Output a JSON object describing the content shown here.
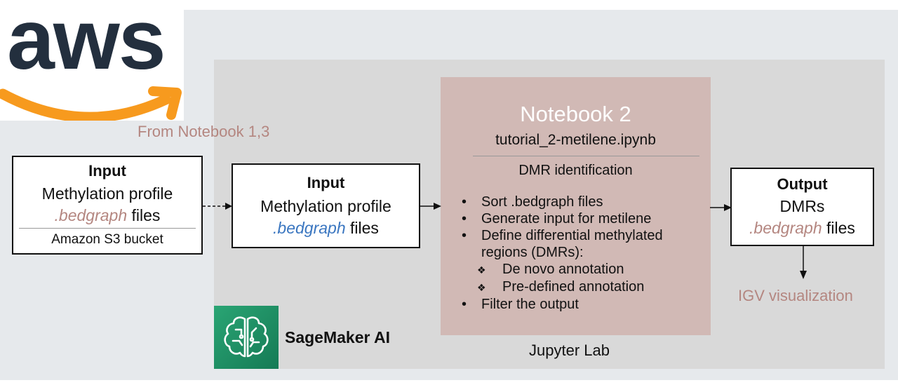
{
  "aws": {
    "logo_text": "aws"
  },
  "from_label": "From Notebook 1,3",
  "input1": {
    "title": "Input",
    "line1": "Methylation profile",
    "ext": ".bedgraph",
    "files": " files",
    "footer": "Amazon S3 bucket"
  },
  "input2": {
    "title": "Input",
    "line1": "Methylation profile",
    "ext": ".bedgraph",
    "files": " files"
  },
  "notebook": {
    "title": "Notebook 2",
    "filename": "tutorial_2-metilene.ipynb",
    "subtitle": "DMR identification",
    "steps": [
      "Sort .bedgraph files",
      "Generate input for metilene",
      "Define differential methylated",
      "regions (DMRs):",
      "De novo annotation",
      "Pre-defined annotation",
      "Filter the output"
    ]
  },
  "output": {
    "title": "Output",
    "line1": "DMRs",
    "ext": ".bedgraph",
    "files": " files"
  },
  "igv_label": "IGV visualization",
  "sagemaker": {
    "label": "SageMaker AI"
  },
  "jupyter_label": "Jupyter Lab",
  "colors": {
    "panel_bg": "#d9d9d9",
    "outer_bg": "#e6e9ec",
    "notebook_bg": "#d1b9b5",
    "accent_pink": "#b48680",
    "accent_blue": "#3a76c0",
    "aws_orange": "#f79a1e",
    "aws_dark": "#232f3e",
    "sagemaker_green": "#1f8a5b"
  }
}
